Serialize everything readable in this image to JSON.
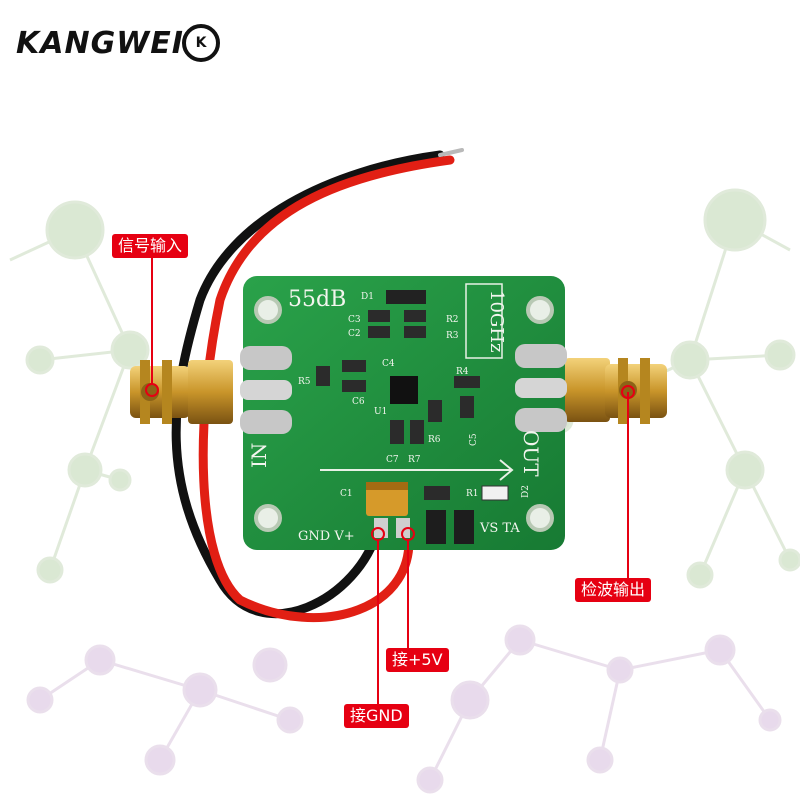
{
  "brand": {
    "name": "KANGWEI",
    "badge": "K"
  },
  "board": {
    "gain_label": "55dB",
    "freq_label": "10GHz",
    "in_label": "IN",
    "out_label": "OUT",
    "left_header": "GND V+",
    "right_header": "VS TA",
    "parts": [
      "D1",
      "C3",
      "C2",
      "R2",
      "R3",
      "C4",
      "R5",
      "C6",
      "U1",
      "R4",
      "R6",
      "C5",
      "C7",
      "R7",
      "C1",
      "R1",
      "D2"
    ]
  },
  "callouts": {
    "signal_in": "信号输入",
    "detect_out": "检波输出",
    "connect_5v": "接+5V",
    "connect_gnd": "接GND"
  },
  "colors": {
    "pcb": "#1f8a3c",
    "callout": "#e60012",
    "sma": "#c99a2e",
    "molecule": "#cfe2c8"
  }
}
